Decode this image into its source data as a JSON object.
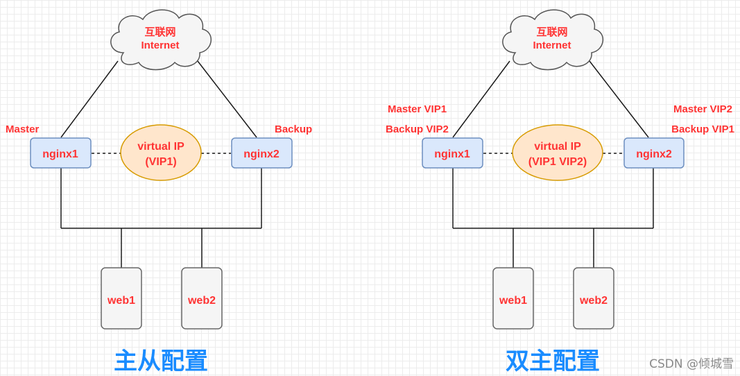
{
  "colors": {
    "label_red": "#ff3333",
    "title_blue": "#1a8cff",
    "nginx_fill": "#dae8fc",
    "nginx_stroke": "#6c8ebf",
    "vip_fill": "#ffe6cc",
    "vip_stroke": "#d79b00",
    "web_fill": "#f5f5f5",
    "web_stroke": "#666666",
    "cloud_fill": "#f5f5f5"
  },
  "left": {
    "internet_cn": "互联网",
    "internet_en": "Internet",
    "nginx1": "nginx1",
    "nginx2": "nginx2",
    "vip_line1": "virtual IP",
    "vip_line2": "(VIP1)",
    "label_left": "Master",
    "label_right": "Backup",
    "web1": "web1",
    "web2": "web2",
    "title": "主从配置"
  },
  "right": {
    "internet_cn": "互联网",
    "internet_en": "Internet",
    "nginx1": "nginx1",
    "nginx2": "nginx2",
    "vip_line1": "virtual IP",
    "vip_line2": "(VIP1 VIP2)",
    "label_left_1": "Master VIP1",
    "label_left_2": "Backup VIP2",
    "label_right_1": "Master VIP2",
    "label_right_2": "Backup VIP1",
    "web1": "web1",
    "web2": "web2",
    "title": "双主配置"
  },
  "watermark": "CSDN @倾城雪"
}
